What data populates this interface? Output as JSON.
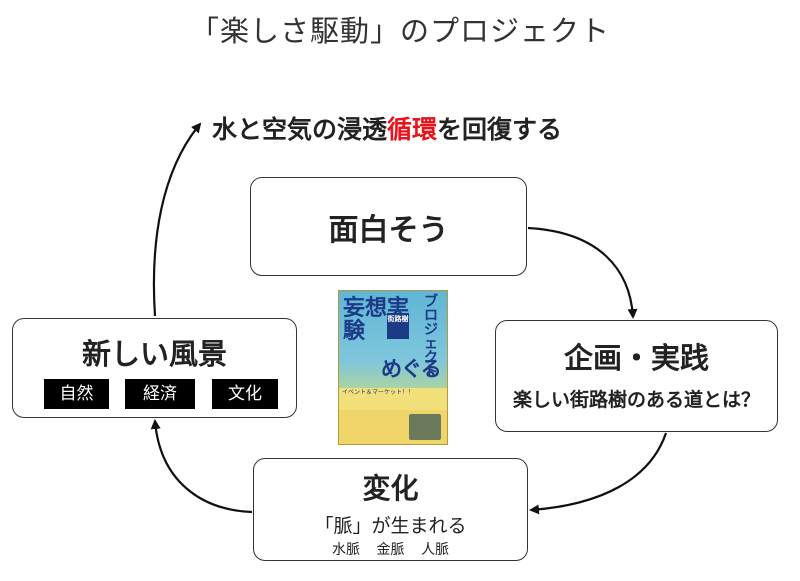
{
  "title": "「楽しさ駆動」のプロジェクト",
  "goal": {
    "prefix": "水と空気の浸透",
    "highlight": "循環",
    "suffix": "を回復する",
    "highlight_color": "#e8141c"
  },
  "boxes": {
    "fun": {
      "main": "面白そう"
    },
    "plan": {
      "main": "企画・実践",
      "sub": "楽しい街路樹のある道とは？"
    },
    "change": {
      "main": "変化",
      "sub": "「脈」が生まれる",
      "sub2": "水脈 金脈 人脈"
    },
    "landscape": {
      "main": "新しい風景",
      "tags": [
        "自然",
        "経済",
        "文化"
      ]
    }
  },
  "poster": {
    "big_text": "妄想実験",
    "vertical_text": "ブロジェクト",
    "badge_text": "街路樹",
    "swirl_text": "めぐる",
    "band_text": "イベント＆マーケット！！"
  }
}
